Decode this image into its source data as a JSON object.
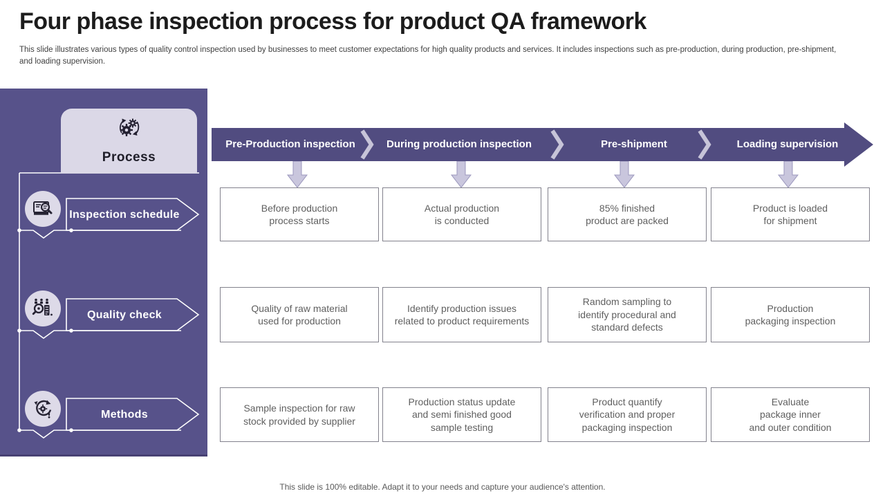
{
  "slide": {
    "title": "Four phase inspection process for product QA framework",
    "subtitle": "This slide illustrates various types of quality control inspection used by businesses to meet customer expectations for high quality products and services. It includes inspections such as pre-production, during production, pre-shipment, and loading supervision.",
    "footer": "This slide is 100% editable. Adapt it to your needs and capture your audience's attention."
  },
  "sidebar": {
    "header": {
      "label": "Process",
      "icon": "gears-cycle-icon"
    },
    "rows": [
      {
        "label": "Inspection schedule",
        "icon": "document-magnifier-icon"
      },
      {
        "label": "Quality check",
        "icon": "search-checklist-icon"
      },
      {
        "label": "Methods",
        "icon": "process-cycle-icon"
      }
    ]
  },
  "phases": [
    {
      "label": "Pre-Production inspection"
    },
    {
      "label": "During production inspection"
    },
    {
      "label": "Pre-shipment"
    },
    {
      "label": "Loading supervision"
    }
  ],
  "matrix": {
    "rows": [
      {
        "name": "Inspection schedule",
        "cells": [
          "Before production\nprocess starts",
          "Actual production\nis conducted",
          "85% finished\nproduct are packed",
          "Product is loaded\nfor shipment"
        ]
      },
      {
        "name": "Quality check",
        "cells": [
          "Quality of raw material\nused for production",
          "Identify production issues\nrelated to product requirements",
          "Random sampling to\nidentify procedural and\nstandard defects",
          "Production\npackaging inspection"
        ]
      },
      {
        "name": "Methods",
        "cells": [
          "Sample inspection for raw\nstock provided by supplier",
          "Production status update\nand semi finished good\nsample testing",
          "Product quantify\nverification and proper\npackaging inspection",
          "Evaluate\npackage inner\nand outer condition"
        ]
      }
    ]
  },
  "colors": {
    "sidebar_purple": "#57528A",
    "band_purple": "#514C80",
    "lavender": "#DBD8E7",
    "arrow_fill": "#C9C6DD",
    "box_border": "#82818c",
    "body_text": "#5f5f5f"
  }
}
